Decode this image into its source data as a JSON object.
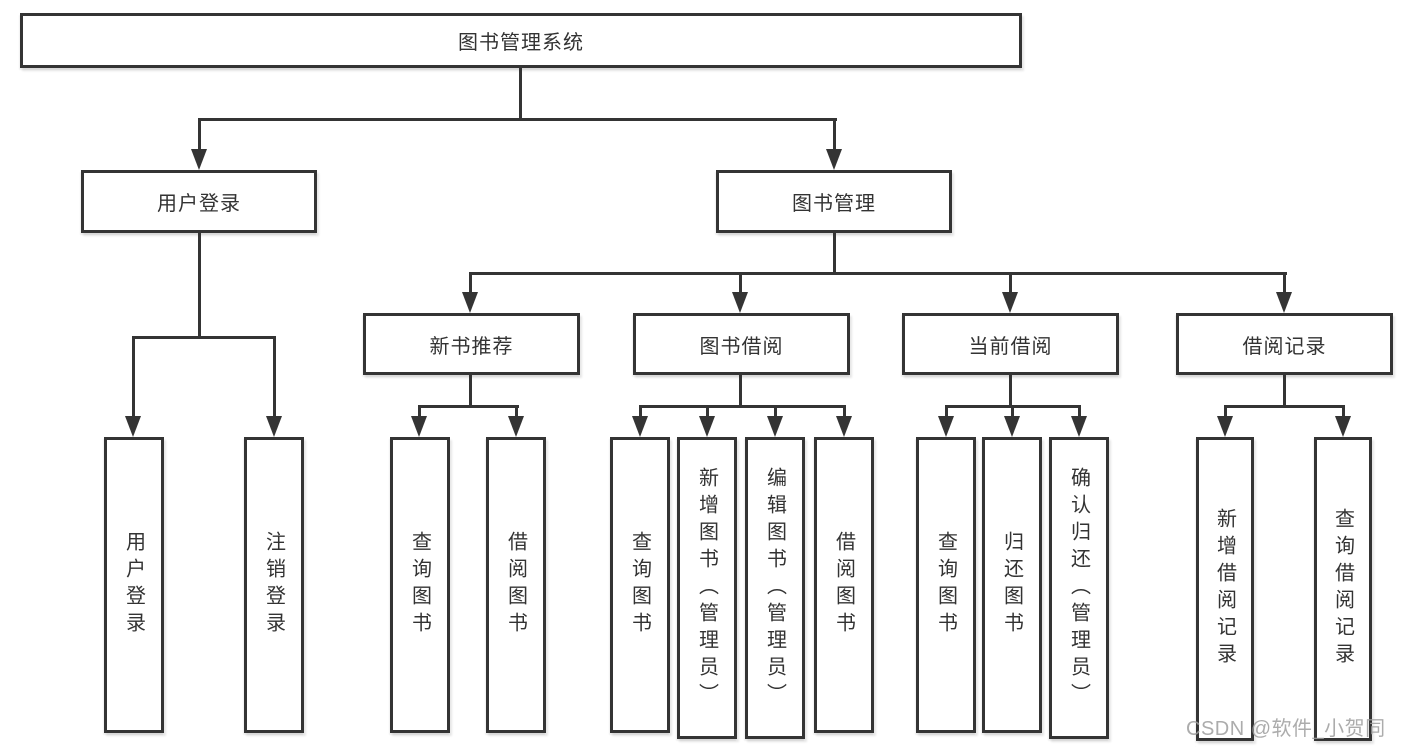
{
  "tree": {
    "root": {
      "label": "图书管理系统"
    },
    "user_login_branch": {
      "label": "用户登录",
      "children": {
        "user_login": "用户登录",
        "logout": "注销登录"
      }
    },
    "book_management_branch": {
      "label": "图书管理",
      "modules": {
        "new_book_rec": {
          "label": "新书推荐",
          "children": {
            "query_book": "查询图书",
            "borrow_book": "借阅图书"
          }
        },
        "book_borrow": {
          "label": "图书借阅",
          "children": {
            "query_book": "查询图书",
            "add_book": "新增图书（管理员）",
            "edit_book": "编辑图书（管理员）",
            "borrow_book": "借阅图书"
          }
        },
        "current_borrow": {
          "label": "当前借阅",
          "children": {
            "query_book": "查询图书",
            "return_book": "归还图书",
            "confirm_return": "确认归还（管理员）"
          }
        },
        "borrow_records": {
          "label": "借阅记录",
          "children": {
            "add_record": "新增借阅记录",
            "query_record": "查询借阅记录"
          }
        }
      }
    }
  },
  "watermark": {
    "text": "CSDN @软件_小贺同学"
  },
  "colors": {
    "line": "#343434",
    "text": "#333333",
    "watermark": "#9e9e9e",
    "background": "#ffffff"
  }
}
